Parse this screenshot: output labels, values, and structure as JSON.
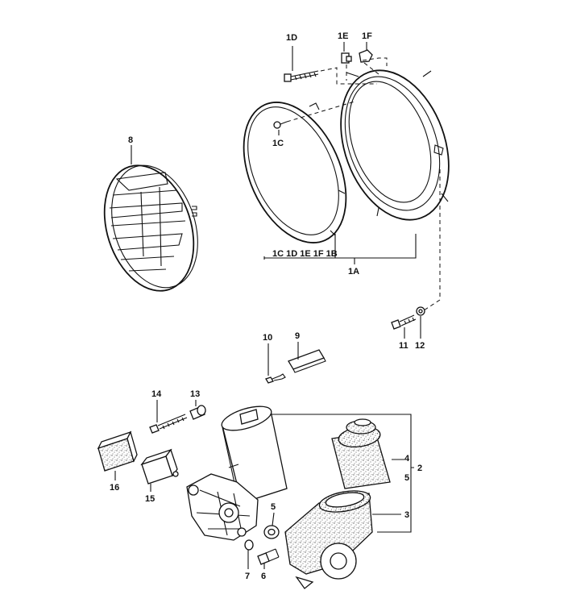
{
  "labels": {
    "l_1D": "1D",
    "l_1E": "1E",
    "l_1F": "1F",
    "l_1C": "1C",
    "l_8": "8",
    "l_group_1A": "1C 1D 1E 1F 1B",
    "l_1A": "1A",
    "l_11": "11",
    "l_12": "12",
    "l_10": "10",
    "l_9": "9",
    "l_14": "14",
    "l_13": "13",
    "l_4": "4",
    "l_2": "2",
    "l_5r": "5",
    "l_3": "3",
    "l_16": "16",
    "l_15": "15",
    "l_5": "5",
    "l_7": "7",
    "l_6": "6"
  }
}
